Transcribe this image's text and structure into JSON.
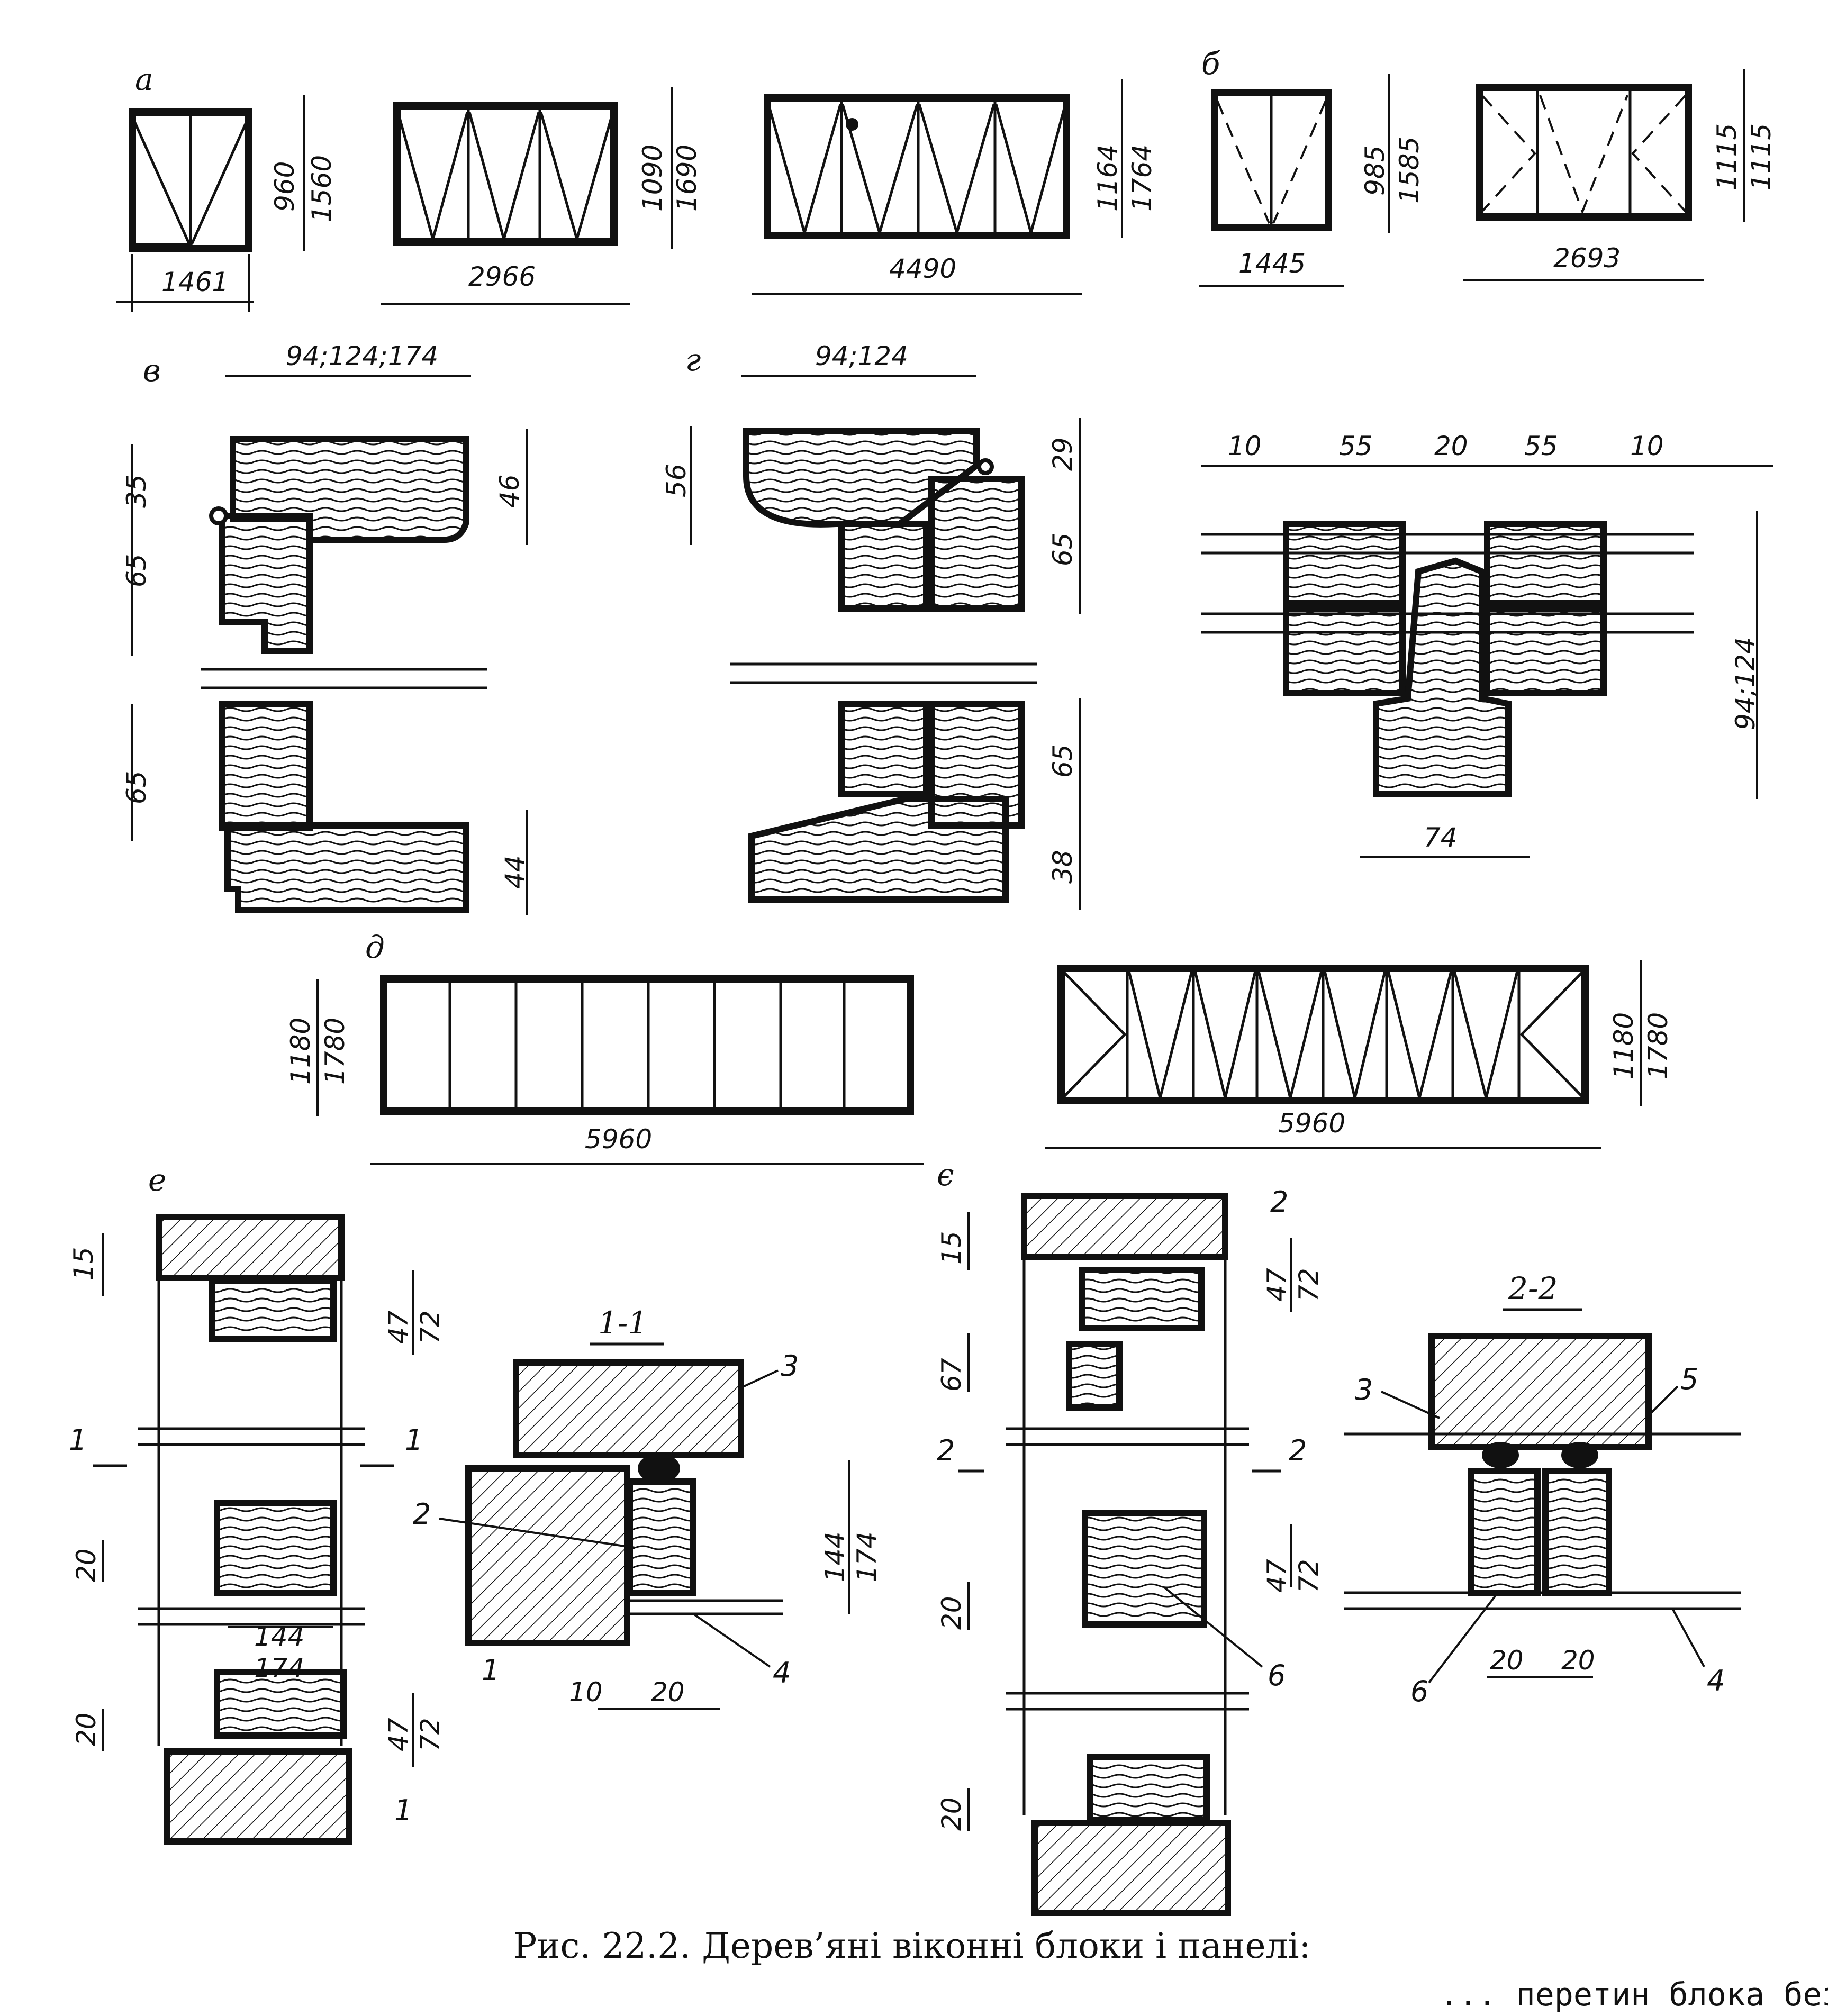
{
  "caption": {
    "title": "Рис. 22.2. Дерев’яні віконні блоки і панелі:",
    "partial": "... перетин блока без"
  },
  "panels": {
    "a": {
      "label": "а",
      "windows": [
        {
          "width": "1461",
          "height_inner": "960",
          "height_outer": "1560"
        },
        {
          "width": "2966",
          "height_inner": "1090",
          "height_outer": "1690"
        },
        {
          "width": "4490",
          "height_inner": "1164",
          "height_outer": "1764"
        }
      ]
    },
    "b": {
      "label": "б",
      "windows": [
        {
          "width": "1445",
          "height_inner": "985",
          "height_outer": "1585"
        },
        {
          "width": "2693",
          "height_inner": "1115",
          "height_outer": "1115"
        }
      ]
    },
    "v": {
      "label": "в",
      "dims": [
        "94;124;174",
        "35",
        "65",
        "46",
        "65",
        "44"
      ]
    },
    "g": {
      "label": "г",
      "dims": [
        "94;124",
        "56",
        "29",
        "65",
        "65",
        "38"
      ]
    },
    "mullion": {
      "dims": [
        "10",
        "55",
        "20",
        "55",
        "10",
        "94;124",
        "74"
      ]
    },
    "d": {
      "label": "д",
      "panels": [
        {
          "width": "5960",
          "height_inner": "1180",
          "height_outer": "1780"
        },
        {
          "width": "5960",
          "height_inner": "1180",
          "height_outer": "1780"
        }
      ]
    },
    "e": {
      "label": "е",
      "dims": [
        "15",
        "47",
        "72",
        "20",
        "144",
        "174",
        "20",
        "47",
        "72"
      ],
      "callouts": [
        "1",
        "1",
        "1"
      ]
    },
    "s11": {
      "label": "1-1",
      "dims": [
        "144",
        "174",
        "10",
        "20"
      ],
      "callouts": [
        "1",
        "2",
        "3",
        "4"
      ]
    },
    "ye": {
      "label": "є",
      "dims": [
        "15",
        "47",
        "72",
        "67",
        "47",
        "72",
        "20",
        "20"
      ],
      "callouts": [
        "2",
        "2",
        "2",
        "6"
      ]
    },
    "s22": {
      "label": "2-2",
      "dims": [
        "20",
        "20"
      ],
      "callouts": [
        "3",
        "5",
        "6",
        "4"
      ]
    }
  }
}
